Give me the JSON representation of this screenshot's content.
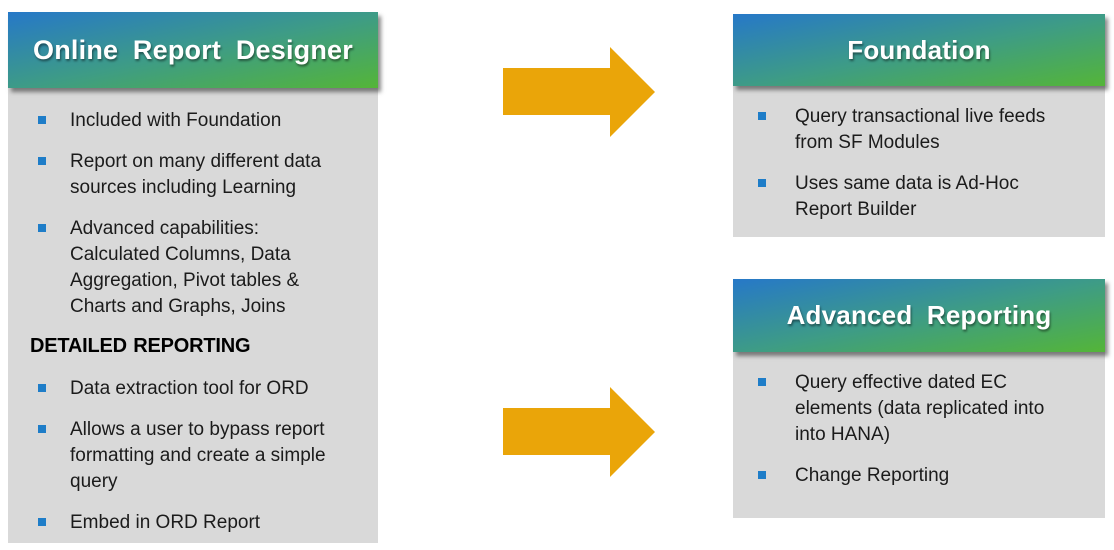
{
  "diagram": {
    "left_panel": {
      "title": "Online Report Designer",
      "bullets": [
        "Included with Foundation",
        "Report on many different data\nsources including Learning",
        "Advanced capabilities:\nCalculated Columns, Data\nAggregation, Pivot tables &\nCharts and Graphs, Joins"
      ],
      "subheading": "DETAILED REPORTING",
      "bullets_detailed": [
        "Data extraction tool for ORD",
        "Allows a user to bypass report\nformatting and create a simple\nquery",
        "Embed in ORD Report"
      ]
    },
    "foundation_panel": {
      "title": "Foundation",
      "bullets": [
        "Query transactional live feeds\nfrom SF Modules",
        "Uses same data is Ad-Hoc\nReport Builder"
      ]
    },
    "advanced_panel": {
      "title": "Advanced  Reporting",
      "bullets": [
        "Query effective dated EC\nelements (data replicated into\ninto HANA)",
        "Change Reporting"
      ]
    },
    "colors": {
      "header_gradient_start": "#2678c8",
      "header_gradient_end": "#54b538",
      "panel_body": "#d9d9d9",
      "bullet": "#1e7dc8",
      "arrow": "#eaa509",
      "title_text": "#ffffff",
      "body_text": "#1b1b1b"
    }
  }
}
